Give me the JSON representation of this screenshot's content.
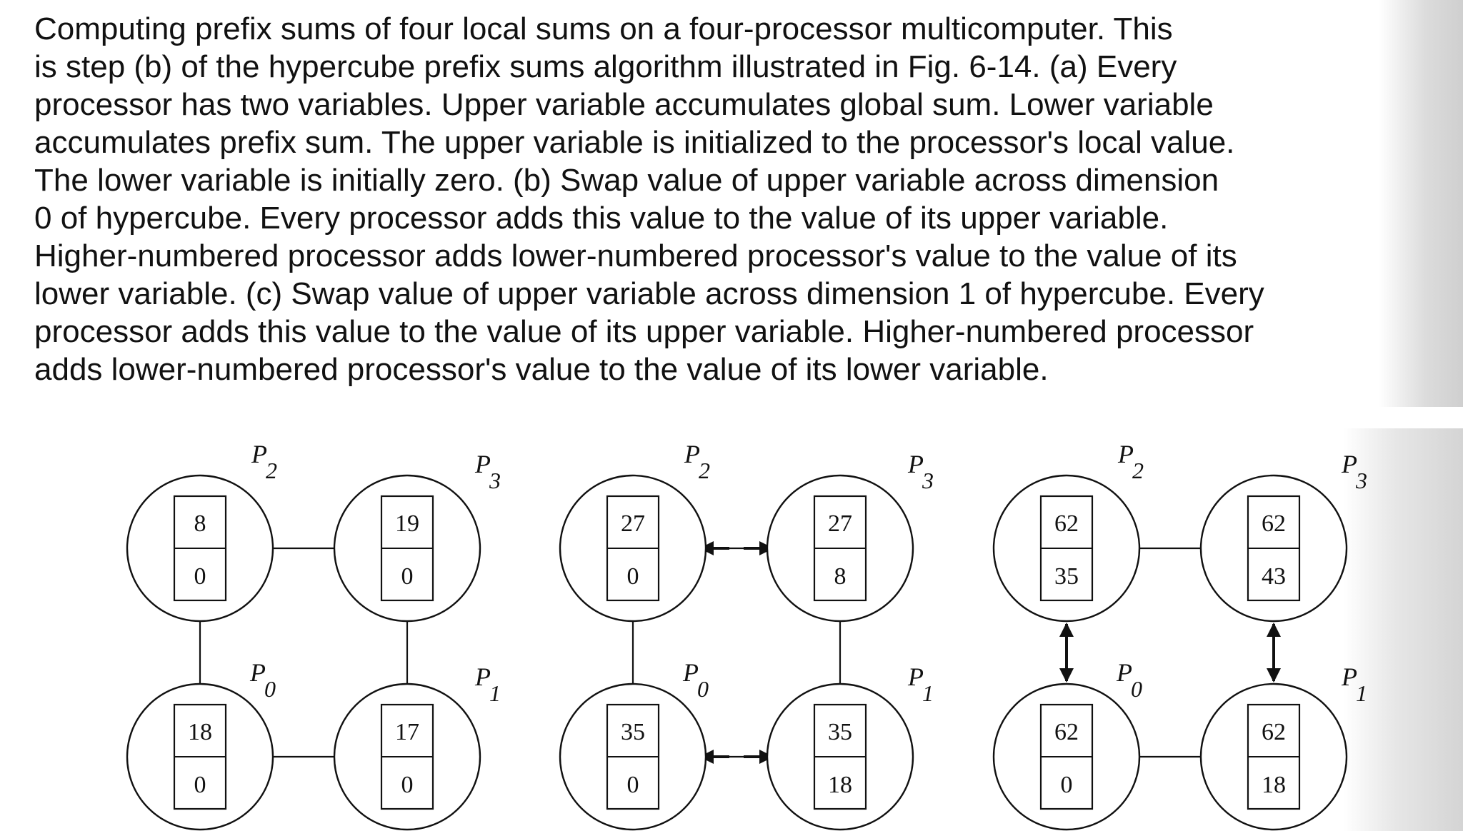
{
  "caption": {
    "lines": [
      "Computing prefix sums of four local sums on a four-processor multicomputer. This",
      "is step (b) of the hypercube prefix sums algorithm illustrated in Fig. 6-14. (a) Every",
      "processor has two variables. Upper variable accumulates global sum. Lower variable",
      "accumulates prefix sum. The upper variable is initialized to the processor's local value.",
      "The lower variable is initially zero. (b) Swap value of upper variable across dimension",
      "0 of hypercube. Every processor adds this value to the value of its upper variable.",
      "Higher-numbered processor adds lower-numbered processor's value to the value of its",
      "lower variable. (c) Swap value of upper variable across dimension 1 of hypercube. Every",
      "processor adds this value to the value of its upper variable. Higher-numbered processor",
      "adds lower-numbered processor's value to the value of its lower variable."
    ]
  },
  "panels": [
    {
      "id": "a",
      "nodes": {
        "P2": {
          "label": "P",
          "sub": "2",
          "upper": "8",
          "lower": "0"
        },
        "P3": {
          "label": "P",
          "sub": "3",
          "upper": "19",
          "lower": "0"
        },
        "P0": {
          "label": "P",
          "sub": "0",
          "upper": "18",
          "lower": "0"
        },
        "P1": {
          "label": "P",
          "sub": "1",
          "upper": "17",
          "lower": "0"
        }
      },
      "swap_dimension": "none"
    },
    {
      "id": "b",
      "nodes": {
        "P2": {
          "label": "P",
          "sub": "2",
          "upper": "27",
          "lower": "0"
        },
        "P3": {
          "label": "P",
          "sub": "3",
          "upper": "27",
          "lower": "8"
        },
        "P0": {
          "label": "P",
          "sub": "0",
          "upper": "35",
          "lower": "0"
        },
        "P1": {
          "label": "P",
          "sub": "1",
          "upper": "35",
          "lower": "18"
        }
      },
      "swap_dimension": "horizontal"
    },
    {
      "id": "c",
      "nodes": {
        "P2": {
          "label": "P",
          "sub": "2",
          "upper": "62",
          "lower": "35"
        },
        "P3": {
          "label": "P",
          "sub": "3",
          "upper": "62",
          "lower": "43"
        },
        "P0": {
          "label": "P",
          "sub": "0",
          "upper": "62",
          "lower": "0"
        },
        "P1": {
          "label": "P",
          "sub": "1",
          "upper": "62",
          "lower": "18"
        }
      },
      "swap_dimension": "vertical"
    }
  ]
}
